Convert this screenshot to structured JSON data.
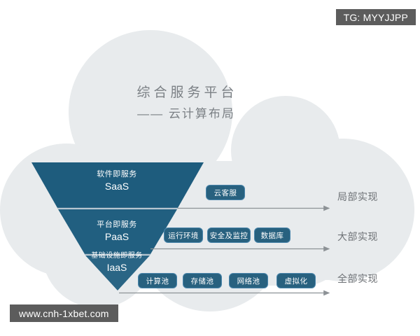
{
  "diagram": {
    "title_main": "综合服务平台",
    "title_sub": "—— 云计算布局",
    "tiers": [
      {
        "cn": "软件即服务",
        "en": "SaaS"
      },
      {
        "cn": "平台即服务",
        "en": "PaaS"
      },
      {
        "cn": "基础设施即服务",
        "en": "IaaS"
      }
    ],
    "badge_rows": [
      {
        "items": [
          "云客服"
        ]
      },
      {
        "items": [
          "运行环境",
          "安全及监控",
          "数据库"
        ]
      },
      {
        "items": [
          "计算池",
          "存储池",
          "网络池",
          "虚拟化"
        ]
      }
    ],
    "right_labels": [
      "局部实现",
      "大部实现",
      "全部实现"
    ],
    "colors": {
      "cloud_fill": "#e8ebed",
      "funnel_saas": "#1e5c7d",
      "funnel_paas": "#215f80",
      "funnel_iaas": "#2a6585",
      "badge_fill": "#28617f",
      "badge_border": "#4b86ac",
      "arrow": "#8d9296",
      "title_text": "#7b8085",
      "right_label_text": "#6e7276"
    }
  },
  "watermarks": {
    "top_right": "TG: MYYJJPP",
    "bottom_left": "www.cnh-1xbet.com",
    "box_color": "#5c5c5c"
  }
}
